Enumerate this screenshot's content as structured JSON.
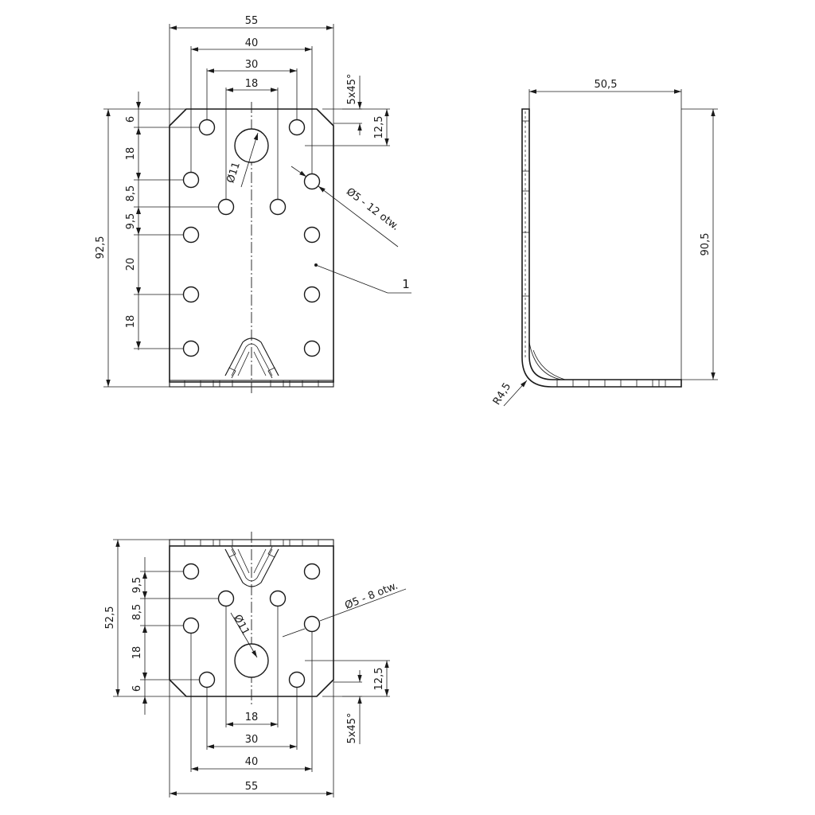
{
  "front_view": {
    "dims": {
      "w55": "55",
      "w40": "40",
      "w30": "30",
      "w18": "18",
      "chamfer": "5x45°",
      "h12_5": "12,5",
      "total_h": "92,5",
      "v6": "6",
      "v18a": "18",
      "v8_5": "8,5",
      "v9_5": "9,5",
      "v20": "20",
      "v18b": "18",
      "dia11": "Ø11",
      "holes": "Ø5 - 12 otw.",
      "ref": "1"
    }
  },
  "side_view": {
    "dims": {
      "width": "50,5",
      "height": "90,5",
      "radius": "R4,5"
    }
  },
  "bottom_view": {
    "dims": {
      "total_h": "52,5",
      "v9_5": "9,5",
      "v8_5": "8,5",
      "v18": "18",
      "v6": "6",
      "h12_5": "12,5",
      "chamfer": "5x45°",
      "dia11": "Ø11",
      "holes": "Ø5 - 8 otw.",
      "w18": "18",
      "w30": "30",
      "w40": "40",
      "w55": "55"
    }
  }
}
